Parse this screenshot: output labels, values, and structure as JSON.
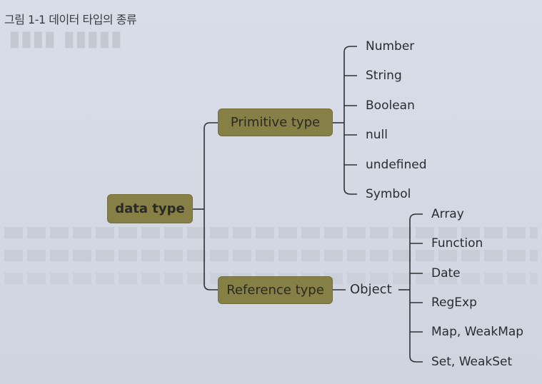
{
  "caption": "그림 1-1 데이터 타입의 종류",
  "diagram": {
    "root": "data type",
    "primitive": {
      "label": "Primitive type",
      "children": [
        "Number",
        "String",
        "Boolean",
        "null",
        "undefined",
        "Symbol"
      ]
    },
    "reference": {
      "label": "Reference type",
      "child": "Object",
      "object_children": [
        "Array",
        "Function",
        "Date",
        "RegExp",
        "Map, WeakMap",
        "Set, WeakSet"
      ]
    }
  },
  "colors": {
    "box_fill": "#868047",
    "line": "#2f3136",
    "background": "#d7dbe5"
  }
}
